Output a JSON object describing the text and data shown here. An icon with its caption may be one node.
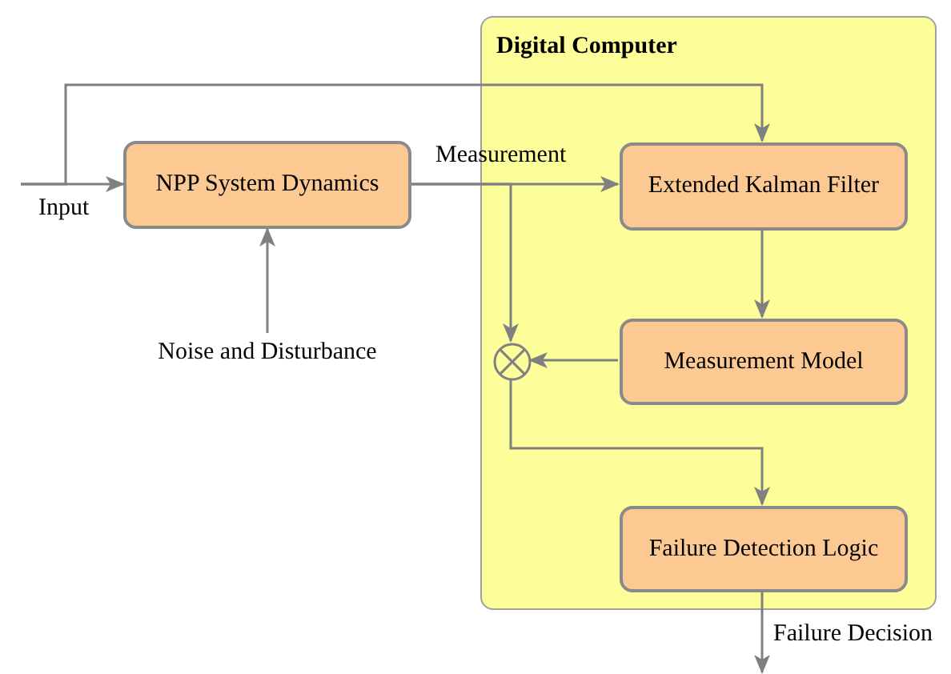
{
  "diagram": {
    "nodes": [
      {
        "text": [
          "Digital Computer"
        ]
      },
      {
        "text": [
          "NPP System Dynamics"
        ]
      },
      {
        "text": [
          "Extended Kalman Filter"
        ],
        "in": 0
      },
      {
        "text": [
          "Measurement Model"
        ],
        "in": 0
      },
      {
        "text": [],
        "shape": "circle",
        "in": 0
      },
      {
        "text": [
          "Failure Detection Logic"
        ],
        "in": 0
      },
      {
        "text": [
          "Noise and Disturbance"
        ]
      }
    ],
    "edges": [
      {
        "from": null,
        "to": 1,
        "arrow": "to",
        "label": "Input"
      },
      {
        "from": null,
        "to": 2,
        "arrow": "to"
      },
      {
        "from": 6,
        "to": 1,
        "arrow": "to"
      },
      {
        "from": 1,
        "to": 2,
        "arrow": "to",
        "label": "Measurement"
      },
      {
        "from": 1,
        "to": 4,
        "arrow": "to"
      },
      {
        "from": 2,
        "to": 3,
        "arrow": "to"
      },
      {
        "from": 3,
        "to": 4,
        "arrow": "to"
      },
      {
        "from": 4,
        "to": 5,
        "arrow": "to"
      },
      {
        "from": 5,
        "to": null,
        "arrow": "to",
        "label": "Failure Decision"
      }
    ]
  }
}
